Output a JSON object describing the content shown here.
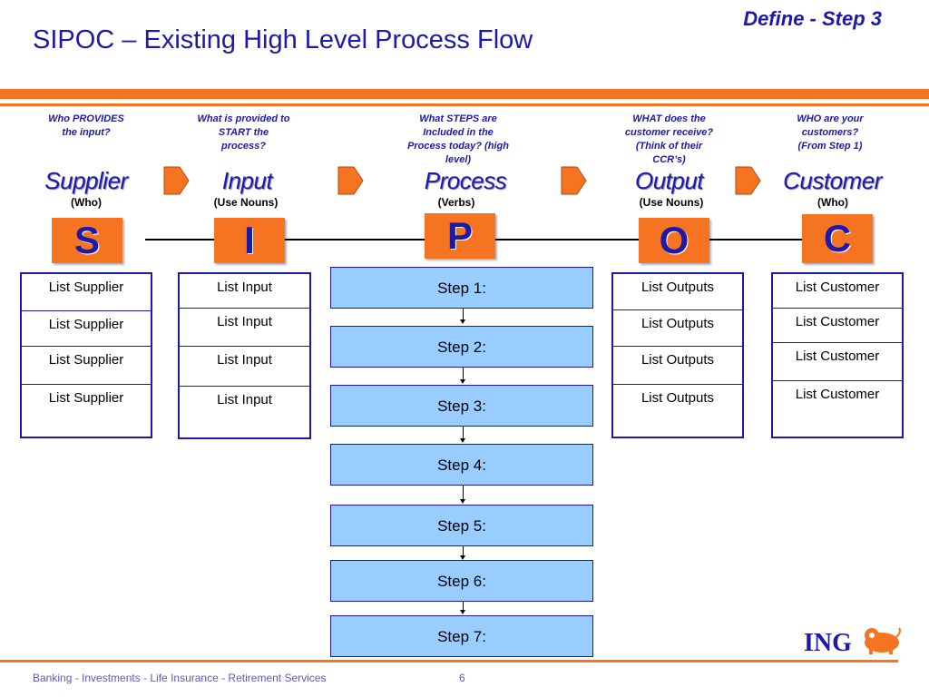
{
  "header": {
    "step": "Define - Step 3",
    "title": "SIPOC – Existing High Level Process Flow"
  },
  "columns": [
    {
      "key": "supplier",
      "question": "Who PROVIDES\n the input?",
      "heading": "Supplier",
      "sub": "(Who)",
      "letter": "S",
      "items": [
        "List Supplier",
        "List Supplier",
        "List Supplier",
        "List Supplier"
      ]
    },
    {
      "key": "input",
      "question": "What is provided to\n START the\n process?",
      "heading": "Input",
      "sub": "(Use Nouns)",
      "letter": "I",
      "items": [
        "List Input",
        "List Input",
        "List Input",
        "List Input"
      ]
    },
    {
      "key": "process",
      "question": "What STEPS are\n Included in  the\n Process today?  (high\n level)",
      "heading": "Process",
      "sub": "(Verbs)",
      "letter": "P",
      "items": [
        "Step 1:",
        "Step 2:",
        "Step 3:",
        "Step 4:",
        "Step 5:",
        "Step 6:",
        "Step 7:"
      ]
    },
    {
      "key": "output",
      "question": "WHAT does the\n customer receive?\n (Think of their\n CCR’s)",
      "heading": "Output",
      "sub": "(Use Nouns)",
      "letter": "O",
      "items": [
        "List Outputs",
        "List Outputs",
        "List Outputs",
        "List Outputs"
      ]
    },
    {
      "key": "customer",
      "question": "WHO are your\n customers?\n (From Step 1)",
      "heading": "Customer",
      "sub": "(Who)",
      "letter": "C",
      "items": [
        "List Customer",
        "List Customer",
        "List Customer",
        "List Customer"
      ]
    }
  ],
  "footer": {
    "text": "Banking - Investments - Life Insurance - Retirement Services",
    "page": "6",
    "logo": "ING"
  },
  "colors": {
    "orange": "#f57321",
    "navy": "#1d1aa8",
    "step_fill": "#99ccff"
  }
}
